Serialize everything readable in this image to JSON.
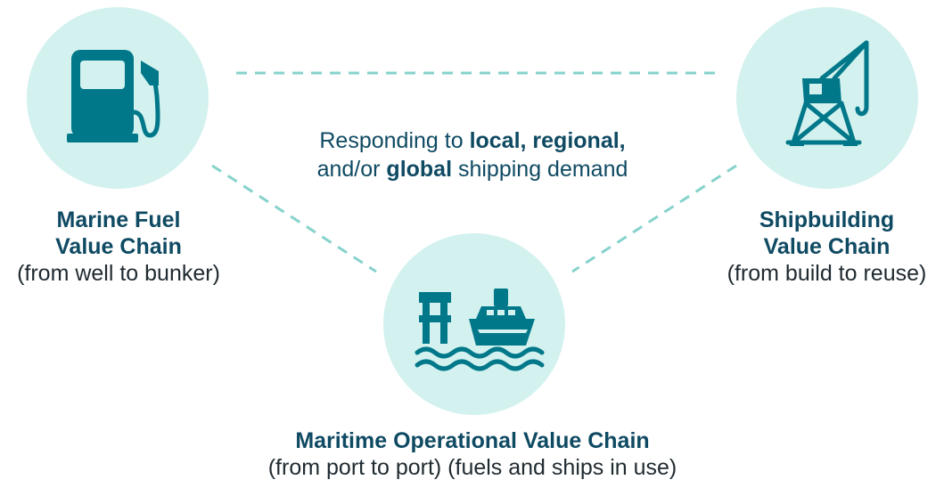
{
  "diagram": {
    "center": {
      "part1": "Responding to ",
      "bold1": "local, regional,",
      "part2": "and/or ",
      "bold2": "global",
      "part3": " shipping demand"
    },
    "nodes": [
      {
        "id": "fuel",
        "title_line1": "Marine Fuel",
        "title_line2": "Value Chain",
        "subtitle": "(from well to bunker)",
        "icon": "fuel-pump-icon"
      },
      {
        "id": "ship",
        "title_line1": "Shipbuilding",
        "title_line2": "Value Chain",
        "subtitle": "(from build to reuse)",
        "icon": "crane-icon"
      },
      {
        "id": "port",
        "title": "Maritime Operational Value Chain",
        "subtitle": "(from port to port) (fuels and ships in use)",
        "icon": "port-ship-icon"
      }
    ],
    "colors": {
      "circle_fill": "#d2f1ef",
      "icon": "#00788a",
      "title": "#0f4a63",
      "connector": "#86d2cc"
    }
  }
}
